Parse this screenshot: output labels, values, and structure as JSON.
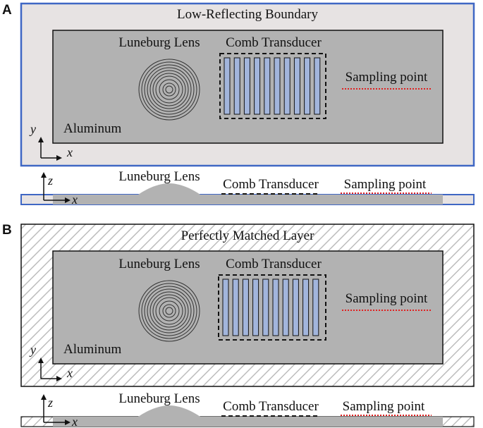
{
  "colors": {
    "outer_boundary_fill": "#e7e3e3",
    "outer_boundary_stroke": "#3f67c4",
    "aluminum_fill": "#b2b2b2",
    "electrode_fill": "#a2b5dc",
    "sampling_point_line": "#e02020",
    "pml_hatch": "#bdbdbd"
  },
  "panel_a": {
    "label": "A",
    "boundary_label": "Low-Reflecting Boundary",
    "lens_label": "Luneburg Lens",
    "transducer_label": "Comb Transducer",
    "sampling_label": "Sampling point",
    "material_label": "Aluminum",
    "axis_y": "y",
    "axis_x": "x",
    "side_lens_label": "Luneburg Lens",
    "side_transducer_label": "Comb Transducer",
    "side_sampling_label": "Sampling point",
    "side_axis_z": "z",
    "side_axis_x": "x"
  },
  "panel_b": {
    "label": "B",
    "boundary_label": "Perfectly Matched Layer",
    "lens_label": "Luneburg Lens",
    "transducer_label": "Comb Transducer",
    "sampling_label": "Sampling point",
    "material_label": "Aluminum",
    "axis_y": "y",
    "axis_x": "x",
    "side_lens_label": "Luneburg Lens",
    "side_transducer_label": "Comb Transducer",
    "side_sampling_label": "Sampling point",
    "side_axis_z": "z",
    "side_axis_x": "x"
  }
}
